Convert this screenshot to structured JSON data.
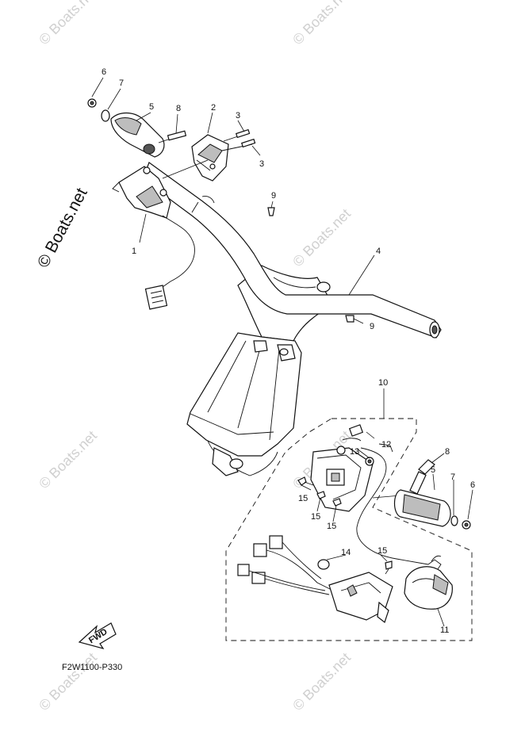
{
  "watermarks": {
    "brand": "© Boats.net"
  },
  "diagram_code": "F2W1100-P330",
  "fwd_label": "FWD",
  "callouts": {
    "c1": "1",
    "c2": "2",
    "c3a": "3",
    "c3b": "3",
    "c4": "4",
    "c5a": "5",
    "c5b": "5",
    "c6a": "6",
    "c6b": "6",
    "c7a": "7",
    "c7b": "7",
    "c8a": "8",
    "c8b": "8",
    "c9a": "9",
    "c9b": "9",
    "c10": "10",
    "c11": "11",
    "c12": "12",
    "c13": "13",
    "c14": "14",
    "c15a": "15",
    "c15b": "15",
    "c15c": "15",
    "c15d": "15"
  }
}
